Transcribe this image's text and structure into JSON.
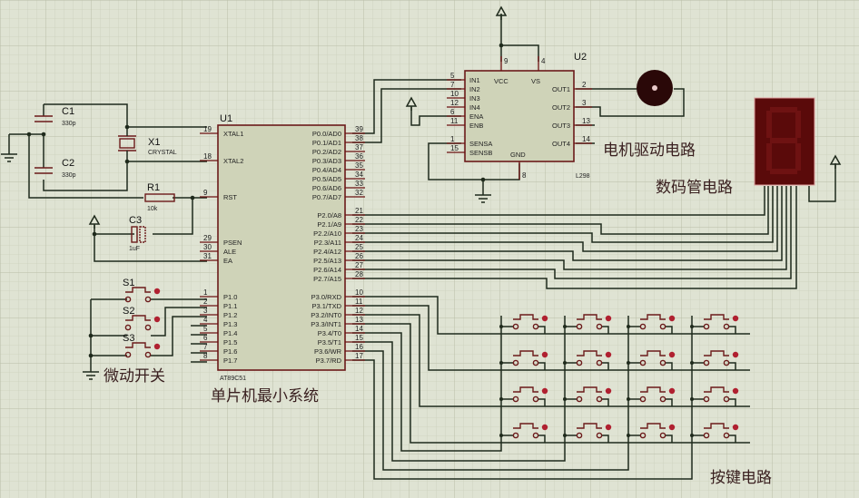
{
  "title": "Proteus schematic: AT89C51 system with L298 motor driver, 7-segment display, micro switches and 4x4 keypad",
  "colors": {
    "background": "#dfe3d3",
    "grid_minor": "#cdd2bf",
    "grid_major": "#b9bfa8",
    "wire": "#1f2a1c",
    "component": "#6b1a1a",
    "chip_fill": "#cfd3b8",
    "seven_seg": "#5a0a0a",
    "motor": "#2a0808",
    "button_dot": "#b02030"
  },
  "labels": {
    "mcu_system": "单片机最小系统",
    "motor_circuit": "电机驱动电路",
    "display_circuit": "数码管电路",
    "switches": "微动开关",
    "keypad_circuit": "按键电路"
  },
  "u1": {
    "ref": "U1",
    "part": "AT89C51",
    "left_pins": [
      {
        "num": "19",
        "name": "XTAL1"
      },
      {
        "num": "18",
        "name": "XTAL2"
      },
      {
        "num": "9",
        "name": "RST"
      },
      {
        "num": "29",
        "name": "PSEN"
      },
      {
        "num": "30",
        "name": "ALE"
      },
      {
        "num": "31",
        "name": "EA"
      },
      {
        "num": "1",
        "name": "P1.0"
      },
      {
        "num": "2",
        "name": "P1.1"
      },
      {
        "num": "3",
        "name": "P1.2"
      },
      {
        "num": "4",
        "name": "P1.3"
      },
      {
        "num": "5",
        "name": "P1.4"
      },
      {
        "num": "6",
        "name": "P1.5"
      },
      {
        "num": "7",
        "name": "P1.6"
      },
      {
        "num": "8",
        "name": "P1.7"
      }
    ],
    "right_pins": [
      {
        "num": "39",
        "name": "P0.0/AD0"
      },
      {
        "num": "38",
        "name": "P0.1/AD1"
      },
      {
        "num": "37",
        "name": "P0.2/AD2"
      },
      {
        "num": "36",
        "name": "P0.3/AD3"
      },
      {
        "num": "35",
        "name": "P0.4/AD4"
      },
      {
        "num": "34",
        "name": "P0.5/AD5"
      },
      {
        "num": "33",
        "name": "P0.6/AD6"
      },
      {
        "num": "32",
        "name": "P0.7/AD7"
      },
      {
        "num": "21",
        "name": "P2.0/A8"
      },
      {
        "num": "22",
        "name": "P2.1/A9"
      },
      {
        "num": "23",
        "name": "P2.2/A10"
      },
      {
        "num": "24",
        "name": "P2.3/A11"
      },
      {
        "num": "25",
        "name": "P2.4/A12"
      },
      {
        "num": "26",
        "name": "P2.5/A13"
      },
      {
        "num": "27",
        "name": "P2.6/A14"
      },
      {
        "num": "28",
        "name": "P2.7/A15"
      },
      {
        "num": "10",
        "name": "P3.0/RXD"
      },
      {
        "num": "11",
        "name": "P3.1/TXD"
      },
      {
        "num": "12",
        "name": "P3.2/INT0"
      },
      {
        "num": "13",
        "name": "P3.3/INT1"
      },
      {
        "num": "14",
        "name": "P3.4/T0"
      },
      {
        "num": "15",
        "name": "P3.5/T1"
      },
      {
        "num": "16",
        "name": "P3.6/WR"
      },
      {
        "num": "17",
        "name": "P3.7/RD"
      }
    ]
  },
  "u2": {
    "ref": "U2",
    "part": "L298",
    "top_pins": [
      {
        "num": "9",
        "name": "VCC"
      },
      {
        "num": "4",
        "name": "VS"
      }
    ],
    "left_pins": [
      {
        "num": "5",
        "name": "IN1"
      },
      {
        "num": "7",
        "name": "IN2"
      },
      {
        "num": "10",
        "name": "IN3"
      },
      {
        "num": "12",
        "name": "IN4"
      },
      {
        "num": "6",
        "name": "ENA"
      },
      {
        "num": "11",
        "name": "ENB"
      },
      {
        "num": "1",
        "name": "SENSA"
      },
      {
        "num": "15",
        "name": "SENSB"
      }
    ],
    "right_pins": [
      {
        "num": "2",
        "name": "OUT1"
      },
      {
        "num": "3",
        "name": "OUT2"
      },
      {
        "num": "13",
        "name": "OUT3"
      },
      {
        "num": "14",
        "name": "OUT4"
      }
    ],
    "bottom_pin": {
      "num": "8",
      "name": "GND"
    }
  },
  "passives": {
    "c1": {
      "ref": "C1",
      "value": "330p"
    },
    "c2": {
      "ref": "C2",
      "value": "330p"
    },
    "c3": {
      "ref": "C3",
      "value": "1uF"
    },
    "r1": {
      "ref": "R1",
      "value": "10k"
    },
    "x1": {
      "ref": "X1",
      "value": "CRYSTAL"
    }
  },
  "switches": [
    {
      "ref": "S1"
    },
    {
      "ref": "S2"
    },
    {
      "ref": "S3"
    }
  ],
  "keypad": {
    "rows": 4,
    "cols": 4
  }
}
